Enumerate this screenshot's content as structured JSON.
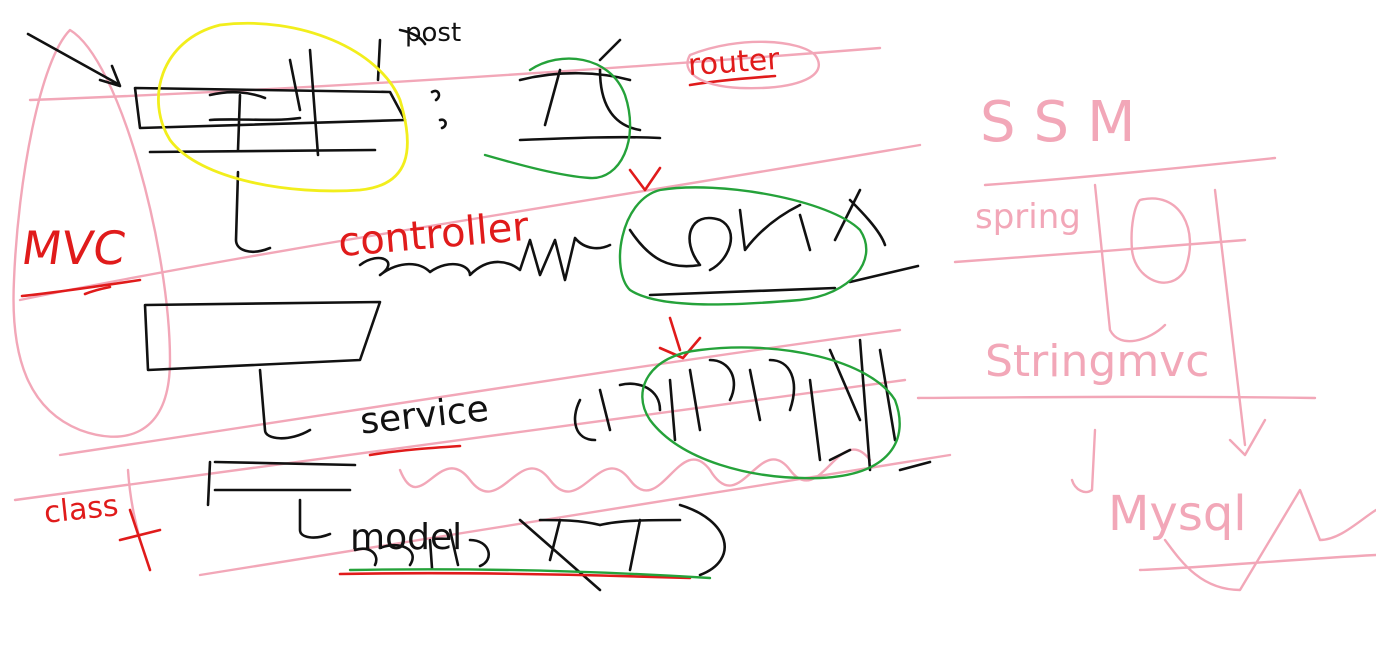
{
  "whiteboard": {
    "left_label": "MVC",
    "class_note": "class",
    "post_label": "post",
    "router_label": "router",
    "controller_label": "controller",
    "service_label": "service",
    "model_label": "model",
    "right_title": "SSM",
    "right_spring": "spring",
    "right_springmvc": "Stringmvc",
    "right_mysql": "Mysql"
  },
  "ink_colors": {
    "black": "#111111",
    "pink": "#f2a7b8",
    "red": "#e01b1b",
    "green": "#25a23a",
    "yellow": "#f2ee1c"
  }
}
